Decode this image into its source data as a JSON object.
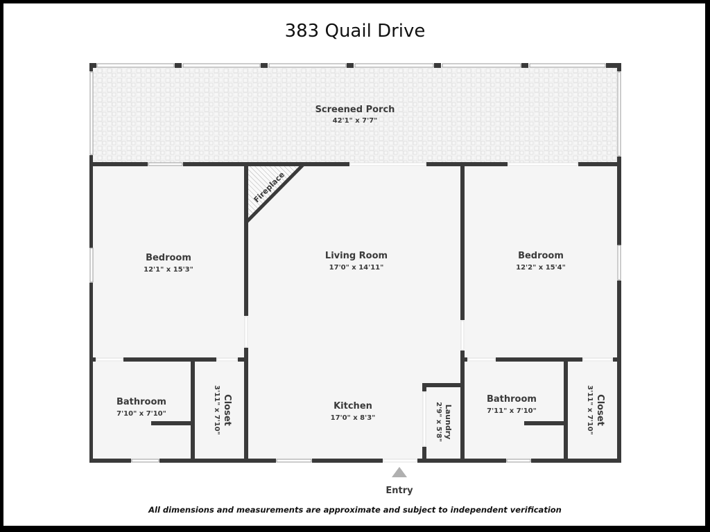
{
  "header": {
    "title": "383 Quail Drive"
  },
  "rooms": {
    "porch": {
      "name": "Screened Porch",
      "dims": "42'1\" x 7'7\""
    },
    "bedroom_left": {
      "name": "Bedroom",
      "dims": "12'1\" x 15'3\""
    },
    "living": {
      "name": "Living Room",
      "dims": "17'0\" x 14'11\""
    },
    "bedroom_right": {
      "name": "Bedroom",
      "dims": "12'2\" x 15'4\""
    },
    "bath_left": {
      "name": "Bathroom",
      "dims": "7'10\" x 7'10\""
    },
    "closet_left": {
      "name": "Closet",
      "dims": "3'11\" x 7'10\""
    },
    "kitchen": {
      "name": "Kitchen",
      "dims": "17'0\" x 8'3\""
    },
    "laundry": {
      "name": "Laundry",
      "dims": "2'9\" x 5'8\""
    },
    "bath_right": {
      "name": "Bathroom",
      "dims": "7'11\" x 7'10\""
    },
    "closet_right": {
      "name": "Closet",
      "dims": "3'11\" x 7'10\""
    }
  },
  "features": {
    "fireplace": "Fireplace",
    "entry": "Entry"
  },
  "footer": {
    "disclaimer": "All dimensions and measurements are approximate and subject to independent verification"
  },
  "colors": {
    "wall": "#3a3a3a",
    "floor": "#f5f5f5",
    "text": "#3a3a3a",
    "entry_arrow": "#b0b0b0"
  }
}
